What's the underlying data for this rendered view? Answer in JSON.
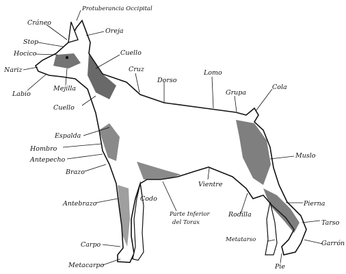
{
  "diagram": {
    "subject": "doberman anatomy",
    "labels": {
      "protuberancia": "Protuberancia Occipital",
      "craneo": "Cráneo",
      "oreja": "Oreja",
      "stop": "Stop",
      "hocico": "Hocico",
      "nariz": "Nariz",
      "labio": "Labio",
      "mejilla": "Mejilla",
      "cuello": "Cuello",
      "cruz": "Cruz",
      "dorso": "Dorso",
      "lomo": "Lomo",
      "grupa": "Grupa",
      "cola": "Cola",
      "cuello_frontal": "Cuello",
      "espalda": "Espalda",
      "hombro": "Hombro",
      "antepecho": "Antepecho",
      "brazo": "Brazo",
      "muslo": "Muslo",
      "vientre": "Vientre",
      "antebrazo": "Antebrazo",
      "codo": "Codo",
      "parte_inferior_1": "Parte Inferior",
      "parte_inferior_2": "del Torax",
      "rodilla": "Rodilla",
      "pierna": "Pierna",
      "tarso": "Tarso",
      "metatarso": "Metatarso",
      "garron": "Garrón",
      "carpo": "Carpo",
      "metacarpo": "Metacarpo",
      "pie": "Pie"
    },
    "colors": {
      "ink": "#111111",
      "shade": "#2a2a2a",
      "paper": "#ffffff"
    }
  }
}
